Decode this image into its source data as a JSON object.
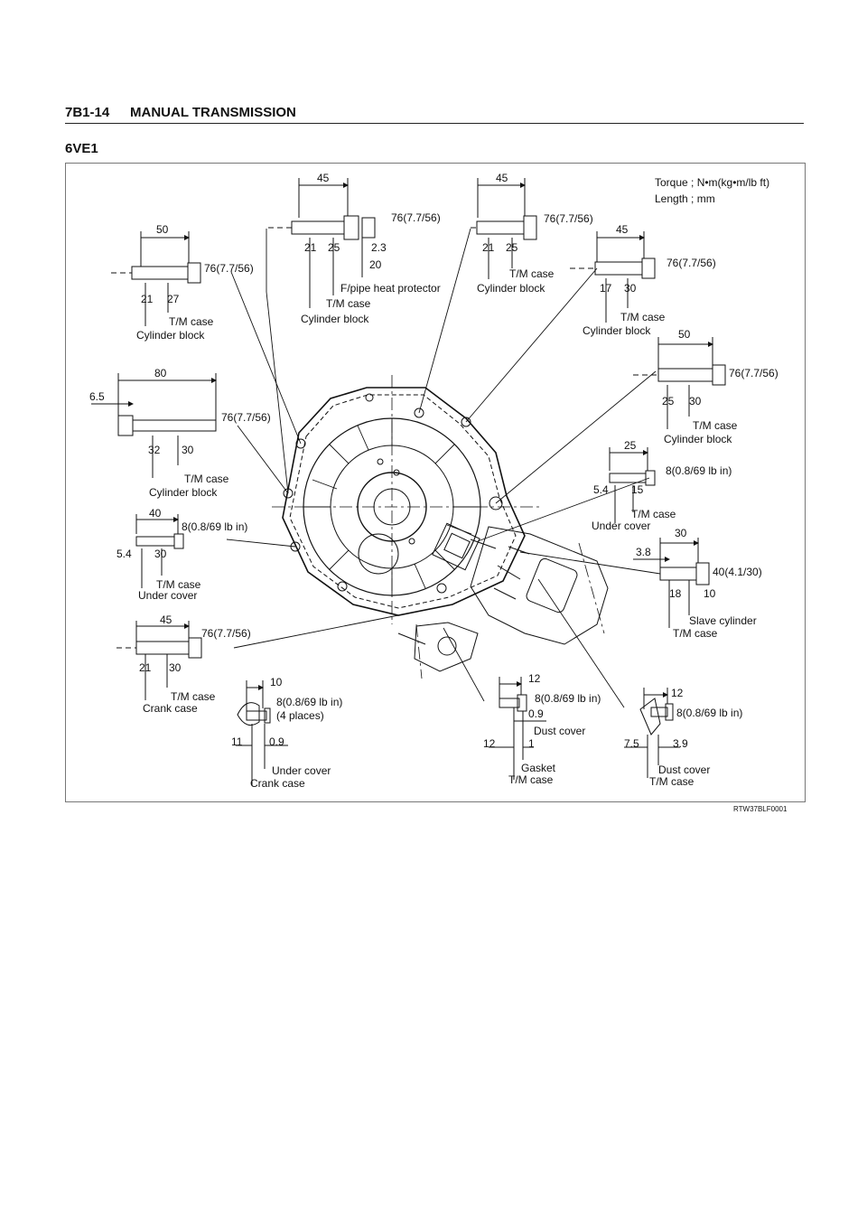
{
  "header": {
    "page_code": "7B1-14",
    "title": "MANUAL TRANSMISSION"
  },
  "section": "6VE1",
  "legend": {
    "torque": "Torque ; N•m(kg•m/lb ft)",
    "length": "Length ; mm"
  },
  "figure_code": "RTW37BLF0001",
  "callouts": {
    "b_tl50": {
      "len": "50",
      "a": "21",
      "b": "27",
      "torque": "76(7.7/56)",
      "p1": "T/M case",
      "p2": "Cylinder block"
    },
    "b_tm45": {
      "len": "45",
      "a": "21",
      "b": "25",
      "c": "2.3",
      "d": "20",
      "torque": "76(7.7/56)",
      "p0": "F/pipe heat protector",
      "p1": "T/M case",
      "p2": "Cylinder block"
    },
    "b_tr45": {
      "len": "45",
      "a": "21",
      "b": "25",
      "torque": "76(7.7/56)",
      "p1": "T/M case",
      "p2": "Cylinder block"
    },
    "b_r45": {
      "len": "45",
      "a": "17",
      "b": "30",
      "torque": "76(7.7/56)",
      "p1": "T/M case",
      "p2": "Cylinder block"
    },
    "b_r50": {
      "len": "50",
      "a": "25",
      "b": "30",
      "torque": "76(7.7/56)",
      "p1": "T/M case",
      "p2": "Cylinder block"
    },
    "b_l80": {
      "len": "80",
      "pre": "6.5",
      "a": "32",
      "b": "30",
      "torque": "76(7.7/56)",
      "p1": "T/M case",
      "p2": "Cylinder block"
    },
    "b_l40": {
      "len": "40",
      "a": "5.4",
      "b": "30",
      "torque": "8(0.8/69 lb in)",
      "p1": "T/M case",
      "p2": "Under cover"
    },
    "b_r25": {
      "len": "25",
      "a": "5.4",
      "b": "15",
      "torque": "8(0.8/69 lb in)",
      "p1": "T/M case",
      "p2": "Under cover"
    },
    "b_r30": {
      "len": "30",
      "pre": "3.8",
      "a": "18",
      "b": "10",
      "torque": "40(4.1/30)",
      "p1": "Slave cylinder",
      "p2": "T/M case"
    },
    "b_l45": {
      "len": "45",
      "a": "21",
      "b": "30",
      "torque": "76(7.7/56)",
      "p1": "T/M case",
      "p2": "Crank case"
    },
    "s_10": {
      "len": "10",
      "a": "11",
      "b": "0.9",
      "torque": "8(0.8/69 lb in)",
      "qty": "(4 places)",
      "p1": "Under cover",
      "p2": "Crank case"
    },
    "s_12a": {
      "len": "12",
      "a": "12",
      "b": "1",
      "c": "0.9",
      "torque": "8(0.8/69 lb in)",
      "p0": "Dust cover",
      "p1": "Gasket",
      "p2": "T/M case"
    },
    "s_12b": {
      "len": "12",
      "a": "7.5",
      "b": "3.9",
      "torque": "8(0.8/69 lb in)",
      "p1": "Dust cover",
      "p2": "T/M case"
    }
  }
}
